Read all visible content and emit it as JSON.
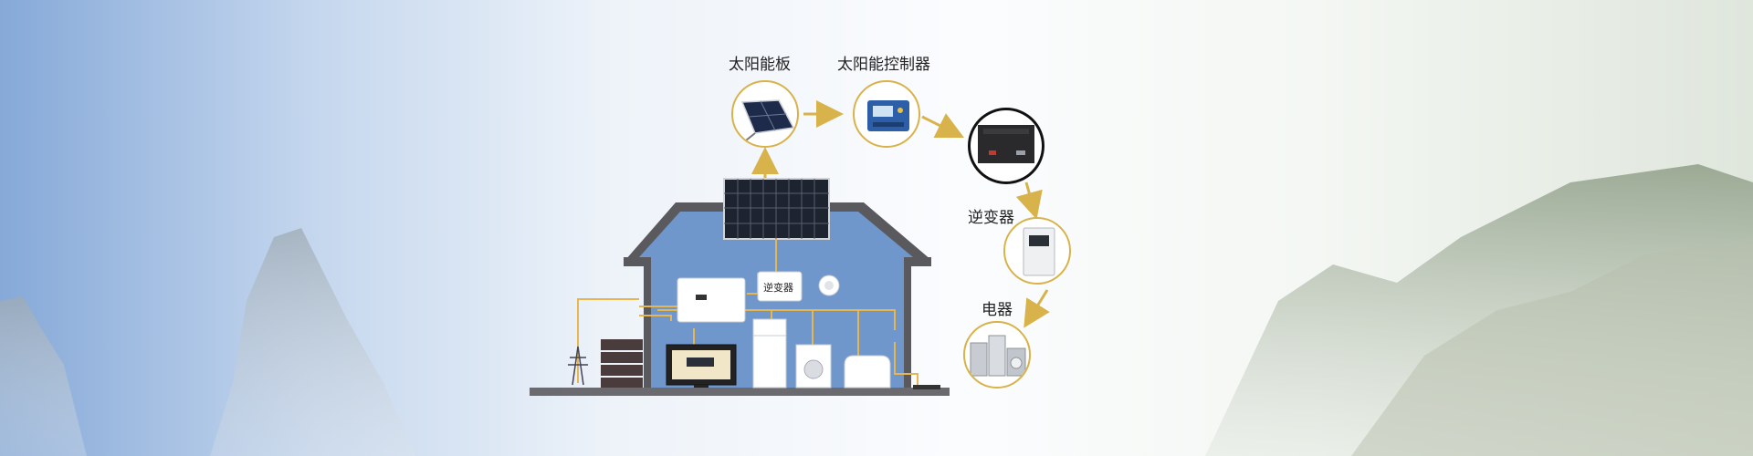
{
  "flow": {
    "solar_panel_label": "太阳能板",
    "controller_label": "太阳能控制器",
    "inverter_label": "逆变器",
    "appliance_label": "电器"
  },
  "house": {
    "inverter_tag": "逆变器"
  },
  "colors": {
    "arrow": "#d8b24a",
    "house_wall": "#6f97cc",
    "house_roof": "#5a5a5e",
    "wire": "#e7b64e"
  }
}
